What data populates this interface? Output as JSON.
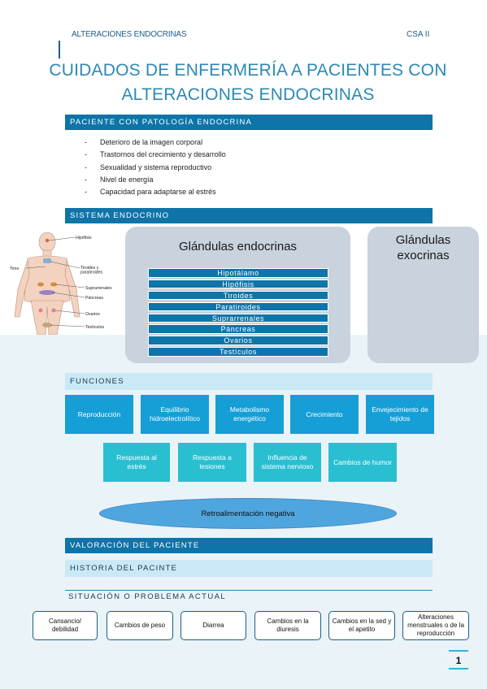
{
  "header": {
    "left": "ALTERACIONES ENDOCRINAS",
    "right": "CSA II"
  },
  "title": {
    "line1": "CUIDADOS DE ENFERMERÍA A PACIENTES CON",
    "line2": "ALTERACIONES ENDOCRINAS"
  },
  "section_patologia": {
    "heading": "PACIENTE CON PATOLOGÍA ENDOCRINA",
    "bullets": [
      "Deterioro de la imagen corporal",
      "Trastornos del crecimiento y desarrollo",
      "Sexualidad y sistema reproductivo",
      "Nivel de energía",
      "Capacidad para adaptarse al estrés"
    ]
  },
  "section_sistema": {
    "heading": "SISTEMA ENDOCRINO",
    "figure_labels": [
      "Hipófisis",
      "Timo",
      "Tiroides y paratiroides",
      "Suprarrenales",
      "Páncreas",
      "Ovarios",
      "Testículos"
    ],
    "endocrine_title": "Glándulas endocrinas",
    "glands": [
      "Hipotálamo",
      "Hipófisis",
      "Tiroides",
      "Paratiroides",
      "Suprarrenales",
      "Páncreas",
      "Ovarios",
      "Testículos"
    ],
    "exocrine_title_1": "Glándulas",
    "exocrine_title_2": "exocrinas"
  },
  "section_funciones": {
    "heading": "FUNCIONES",
    "row1": [
      "Reproducción",
      "Equilibrio hidroelectrolítico",
      "Metabolismo energético",
      "Crecimiento",
      "Envejecimiento de tejidos"
    ],
    "row2": [
      "Respuesta al estrés",
      "Respuesta a lesiones",
      "Influencia de sistema nervioso",
      "Cambios de humor"
    ],
    "feedback": "Retroalimentación negativa"
  },
  "section_valoracion": {
    "heading": "VALORACIÓN DEL PACIENTE",
    "historia": "HISTORIA DEL PACINTE",
    "situacion": "SITUACIÓN O PROBLEMA ACTUAL",
    "problems": [
      "Cansancio/ debilidad",
      "Cambios de peso",
      "Diarrea",
      "Cambios en la diuresis",
      "Cambios en la sed y el apetito",
      "Alteraciones menstruales o de la reproducción"
    ]
  },
  "page_number": "1",
  "colors": {
    "dark_blue": "#0f74a8",
    "light_blue": "#c9e9f6",
    "function_blue": "#159fd6",
    "function_teal": "#29bfd1",
    "panel_gray": "#c9d3de"
  }
}
